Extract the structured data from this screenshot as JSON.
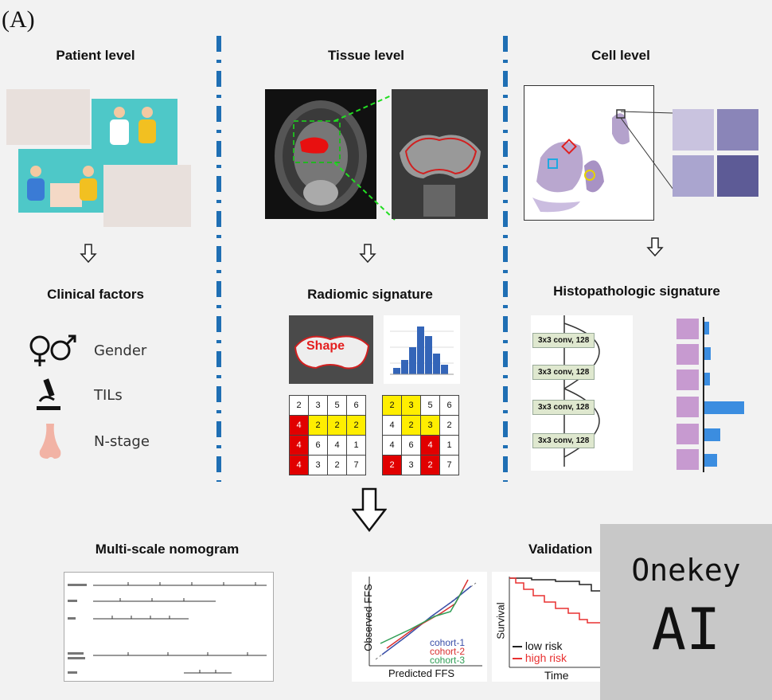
{
  "panel_label": "(A)",
  "columns": {
    "patient": "Patient level",
    "tissue": "Tissue level",
    "cell": "Cell level"
  },
  "signatures": {
    "clinical": "Clinical factors",
    "radiomic": "Radiomic signature",
    "histo": "Histopathologic signature"
  },
  "clinical_items": [
    {
      "label": "Gender",
      "icon": "gender-icon"
    },
    {
      "label": "TILs",
      "icon": "microscope-icon"
    },
    {
      "label": "N-stage",
      "icon": "nose-icon"
    }
  ],
  "shape_label": "Shape",
  "grid_left": [
    [
      "2",
      "3",
      "5",
      "6"
    ],
    [
      "4",
      "2",
      "2",
      "2"
    ],
    [
      "4",
      "6",
      "4",
      "1"
    ],
    [
      "4",
      "3",
      "2",
      "7"
    ]
  ],
  "grid_right": [
    [
      "2",
      "3",
      "5",
      "6"
    ],
    [
      "4",
      "2",
      "3",
      "2"
    ],
    [
      "4",
      "6",
      "4",
      "1"
    ],
    [
      "2",
      "3",
      "2",
      "7"
    ]
  ],
  "conv_labels": [
    "3x3 conv, 128",
    "3x3 conv, 128",
    "3x3 conv, 128",
    "3x3 conv, 128"
  ],
  "bottom": {
    "nomogram_title": "Multi-scale nomogram",
    "validation_title": "Validation"
  },
  "calibration": {
    "xlabel": "Predicted FFS",
    "ylabel": "Observed FFS",
    "legend": [
      "cohort-1",
      "cohort-2",
      "cohort-3"
    ],
    "colors": [
      "#3b4fa8",
      "#d93030",
      "#2f9e55"
    ]
  },
  "survival": {
    "xlabel": "Time",
    "ylabel": "Survival",
    "legend": [
      "low risk",
      "high risk"
    ],
    "colors": [
      "#222222",
      "#e83030"
    ]
  },
  "watermark": {
    "line1": "Onekey",
    "line2": "AI"
  }
}
